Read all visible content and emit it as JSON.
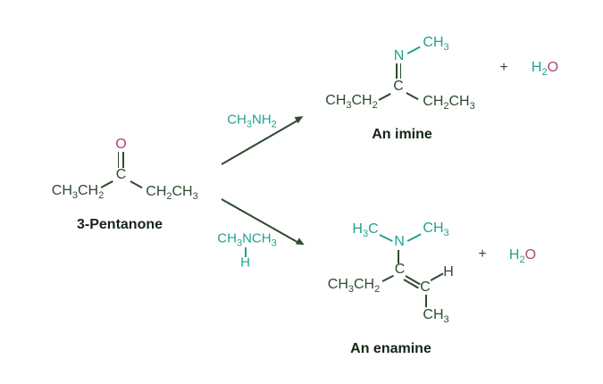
{
  "colors": {
    "structure": "#2f4a2f",
    "amine": "#21a18f",
    "oxygen": "#b04677",
    "label": "#152415",
    "arrow": "#2f4a2f",
    "background": "#ffffff"
  },
  "reactant": {
    "label": "3-Pentanone",
    "oxygen": "O",
    "carbonyl_carbon": "C",
    "left_chain": "CH3CH2",
    "right_chain": "CH2CH3"
  },
  "pathways": {
    "top": {
      "reagent": "CH3NH2"
    },
    "bottom": {
      "reagent": "CH3NCH3",
      "reagent_hydrogen": "H"
    }
  },
  "imine_product": {
    "label": "An imine",
    "nitrogen": "N",
    "n_methyl": "CH3",
    "carbon": "C",
    "left_chain": "CH3CH2",
    "right_chain": "CH2CH3",
    "plus": "+",
    "water": {
      "hydrogen_part": "H2",
      "oxygen_part": "O"
    }
  },
  "enamine_product": {
    "label": "An enamine",
    "nitrogen": "N",
    "n_methyl_left": "H3C",
    "n_methyl_right": "CH3",
    "carbon_1": "C",
    "carbon_2": "C",
    "left_chain": "CH3CH2",
    "vinyl_hydrogen": "H",
    "vinyl_methyl": "CH3",
    "plus": "+",
    "water": {
      "hydrogen_part": "H2",
      "oxygen_part": "O"
    }
  }
}
